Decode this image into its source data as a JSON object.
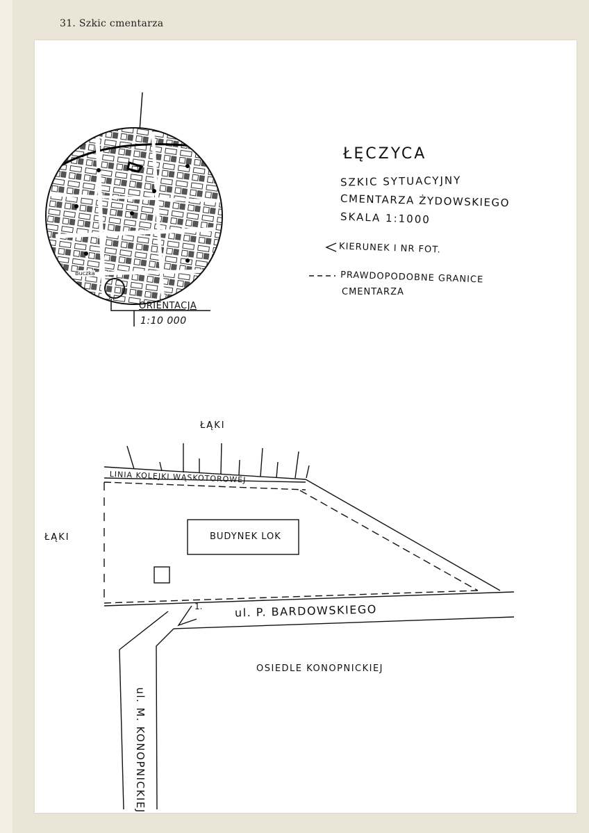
{
  "header": {
    "page_title": "31. Szkic cmentarza"
  },
  "title": {
    "town": "ŁĘCZYCA",
    "line1": "SZKIC SYTUACYJNY",
    "line2": "CMENTARZA ŻYDOWSKIEGO",
    "scale": "SKALA 1:1000"
  },
  "legend": {
    "direction": "KIERUNEK I NR FOT.",
    "direction_symbol": "<1",
    "boundary_line1": "PRAWDOPODOBNE GRANICE",
    "boundary_line2": "CMENTARZA"
  },
  "orientation_map": {
    "label": "ORIENTACJA",
    "scale": "1:10 000",
    "place": "Buczka"
  },
  "site_plan": {
    "north_meadows": "ŁĄKI",
    "west_meadows": "ŁĄKI",
    "railway": "LINIA KOLEJKI WĄSKOTOROWEJ",
    "building": "BUDYNEK LOK",
    "street_bardowskiego": "ul. P. BARDOWSKIEGO",
    "street_konopnickiej": "ul. M. KONOPNICKIEJ",
    "housing_estate": "OSIEDLE KONOPNICKIEJ",
    "photo_marker": "1."
  },
  "colors": {
    "paper": "#ffffff",
    "background": "#eae5d6",
    "ink": "#111111"
  }
}
